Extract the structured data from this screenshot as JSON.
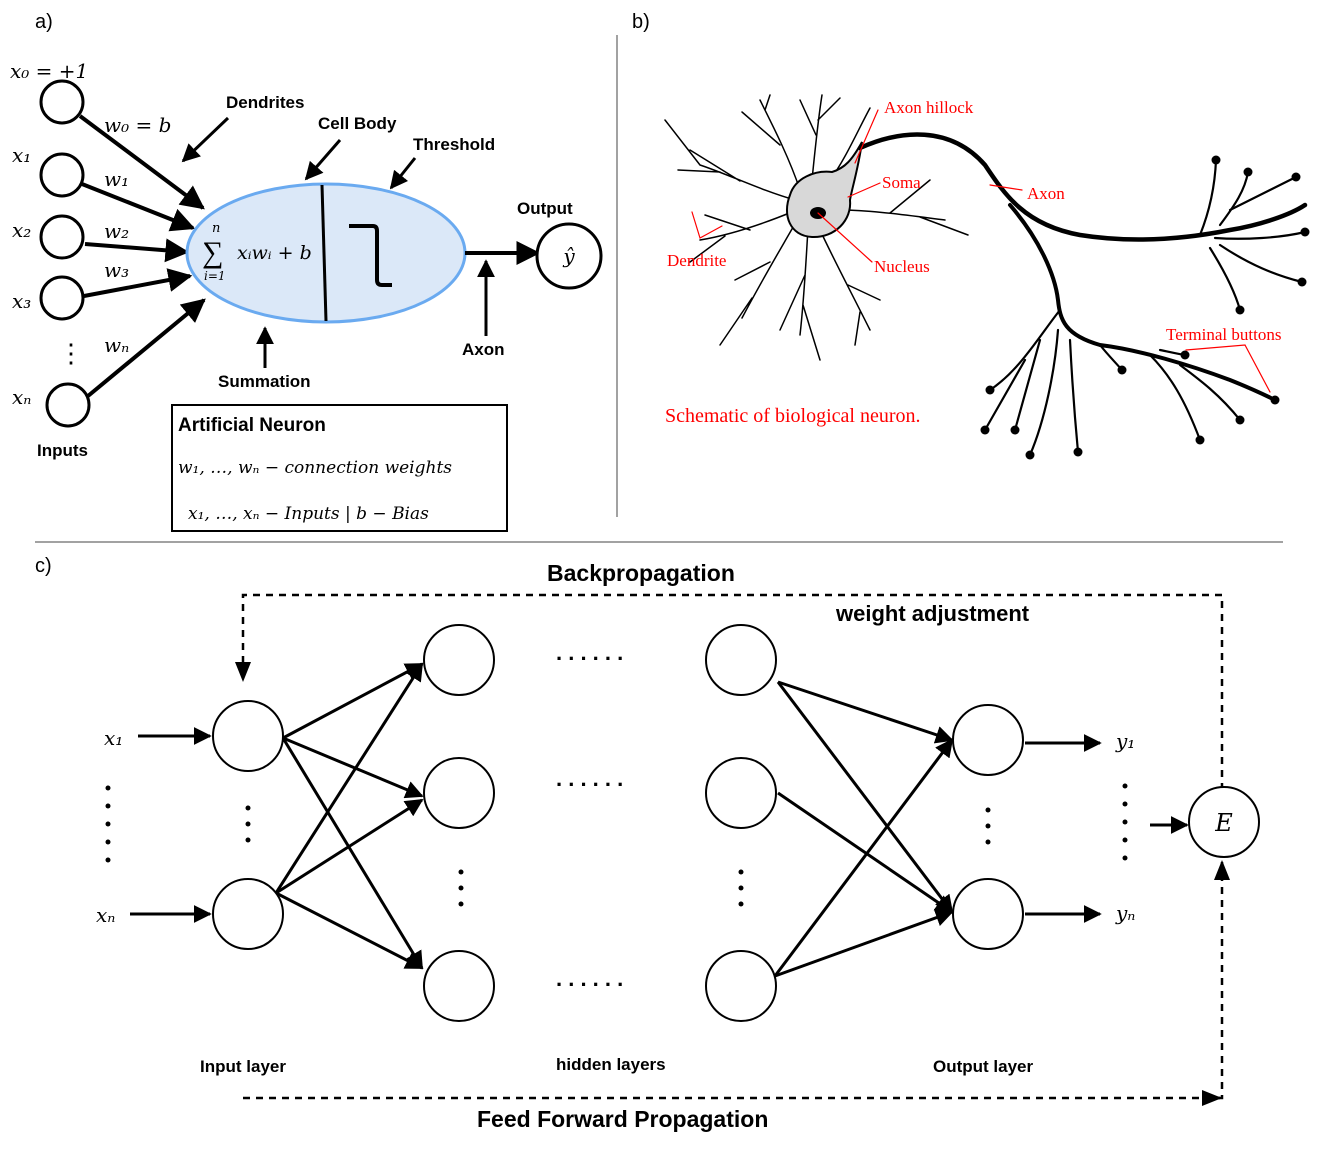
{
  "panels": {
    "a": "a)",
    "b": "b)",
    "c": "c)"
  },
  "panel_a": {
    "inputs": [
      "x₀ = +1",
      "x₁",
      "x₂",
      "x₃",
      "⋮",
      "xₙ"
    ],
    "weights": [
      "w₀ = b",
      "w₁",
      "w₂",
      "w₃",
      "wₙ"
    ],
    "inputs_label": "Inputs",
    "dendrites": "Dendrites",
    "cell_body": "Cell Body",
    "threshold": "Threshold",
    "summation": "Summation",
    "axon": "Axon",
    "output": "Output",
    "output_symbol": "ŷ",
    "sum_formula": {
      "sigma": "∑",
      "upper": "n",
      "lower": "i=1",
      "expr": "xᵢwᵢ + b"
    },
    "legend_box": {
      "title": "Artificial Neuron",
      "line1": "w₁, …, wₙ − connection weights",
      "line2": "x₁, …, xₙ − Inputs | b − Bias"
    }
  },
  "panel_b": {
    "axon_hillock": "Axon hillock",
    "soma": "Soma",
    "axon": "Axon",
    "nucleus": "Nucleus",
    "dendrite": "Dendrite",
    "terminal_buttons": "Terminal buttons",
    "caption": "Schematic of biological neuron."
  },
  "panel_c": {
    "backprop": "Backpropagation",
    "weight_adjustment": "weight adjustment",
    "feed_forward": "Feed Forward Propagation",
    "input_layer": "Input layer",
    "hidden_layers": "hidden layers",
    "output_layer": "Output layer",
    "x1": "x₁",
    "xn": "xₙ",
    "y1": "y₁",
    "yn": "yₙ",
    "error": "E",
    "hdots": ". . . . . ."
  },
  "colors": {
    "cell_fill": "#dbe8f8",
    "cell_stroke": "#6aaaf0",
    "annotation_red": "#ff0000",
    "soma_fill": "#d8d8d8"
  }
}
